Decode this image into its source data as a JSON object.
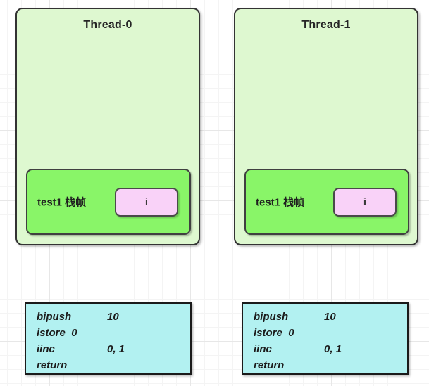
{
  "colors": {
    "thread_fill": "#def8d0",
    "thread_border": "#333333",
    "frame_fill": "#89f568",
    "frame_border": "#404040",
    "var_fill": "#f9d2f8",
    "var_border": "#4a4a4a",
    "bytecode_fill": "#b2f1f1",
    "bytecode_border": "#1b1b1b",
    "grid_minor": "#f4f4f4",
    "grid_major": "#e7e7e7",
    "ink": "#262626"
  },
  "threads": [
    {
      "title": "Thread-0",
      "frame_label": "test1 栈帧",
      "variable": "i",
      "bytecode": [
        {
          "op": "bipush",
          "operand": "10"
        },
        {
          "op": "istore_0",
          "operand": ""
        },
        {
          "op": "iinc",
          "operand": "0, 1"
        },
        {
          "op": "return",
          "operand": ""
        }
      ]
    },
    {
      "title": "Thread-1",
      "frame_label": "test1 栈帧",
      "variable": "i",
      "bytecode": [
        {
          "op": "bipush",
          "operand": "10"
        },
        {
          "op": "istore_0",
          "operand": ""
        },
        {
          "op": "iinc",
          "operand": "0, 1"
        },
        {
          "op": "return",
          "operand": ""
        }
      ]
    }
  ]
}
